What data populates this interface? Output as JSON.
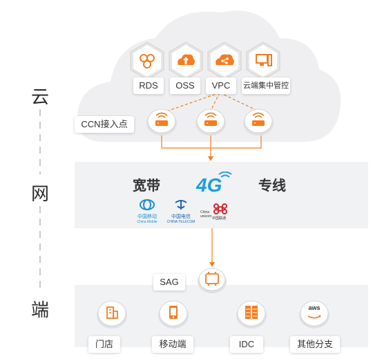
{
  "side": {
    "cloud": "云",
    "network": "网",
    "edge": "端"
  },
  "cloud_services": [
    {
      "label": "RDS",
      "icon": "rds-icon"
    },
    {
      "label": "OSS",
      "icon": "oss-upload-icon"
    },
    {
      "label": "VPC",
      "icon": "vpc-icon"
    },
    {
      "label": "云端集中管控",
      "icon": "central-management-icon"
    }
  ],
  "ccn": {
    "label": "CCN接入点",
    "icon": "router-icon"
  },
  "network": {
    "broadband": "宽带",
    "dedicated_line": "专线",
    "logo_4g": "4G",
    "carriers": [
      {
        "name": "中国移动",
        "en": "China Mobile"
      },
      {
        "name": "中国电信",
        "en": "CHINA TELECOM"
      },
      {
        "name": "中国联通",
        "en": "China unicom"
      }
    ]
  },
  "sag": {
    "label": "SAG",
    "icon": "sag-device-icon"
  },
  "endpoints": [
    {
      "label": "门店",
      "icon": "store-icon"
    },
    {
      "label": "移动端",
      "icon": "mobile-icon"
    },
    {
      "label": "IDC",
      "icon": "server-icon"
    },
    {
      "label": "其他分支",
      "icon": "aws-icon",
      "badge": "aws"
    }
  ],
  "colors": {
    "accent": "#f57c1f",
    "band": "#f1f2f4",
    "cloud": "#efeff1",
    "china_mobile": "#1a8fd0",
    "china_telecom": "#1d64b5",
    "china_unicom": "#d9232d"
  }
}
